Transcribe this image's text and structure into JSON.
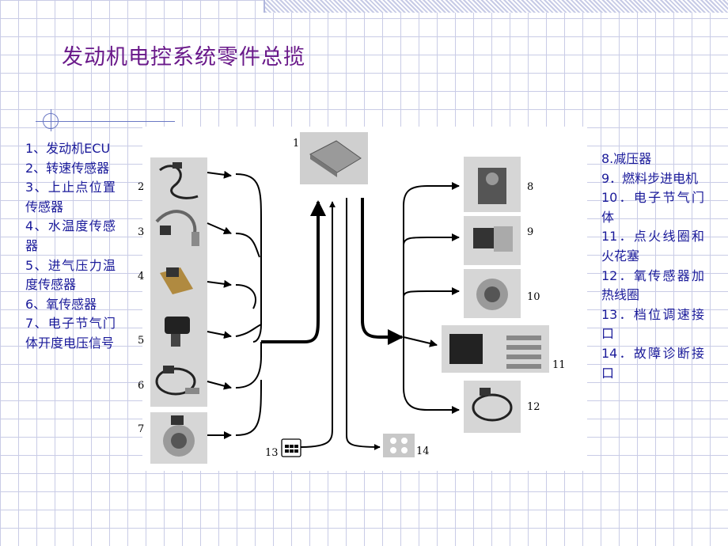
{
  "slide": {
    "title": "发动机电控系统零件总揽"
  },
  "legend_left": [
    "1、发动机ECU",
    "2、转速传感器",
    "3、上止点位置传感器",
    "4、水温度传感器",
    "5、进气压力温度传感器",
    "6、氧传感器",
    "7、电子节气门体开度电压信号"
  ],
  "legend_right": [
    "8.减压器",
    "9．燃料步进电机",
    "10．电子节气门体",
    "11．点火线圈和火花塞",
    "12．氧传感器加热线圈",
    "13．档位调速接口",
    "14．故障诊断接口"
  ],
  "diagram": {
    "part_numbers": [
      "1",
      "2",
      "3",
      "4",
      "5",
      "6",
      "7",
      "8",
      "9",
      "10",
      "11",
      "12",
      "13",
      "14"
    ],
    "colors": {
      "line": "#000000",
      "photo_bg": "#cfcfcf",
      "text": "#1a1a9a",
      "title": "#6a1a8a"
    }
  }
}
